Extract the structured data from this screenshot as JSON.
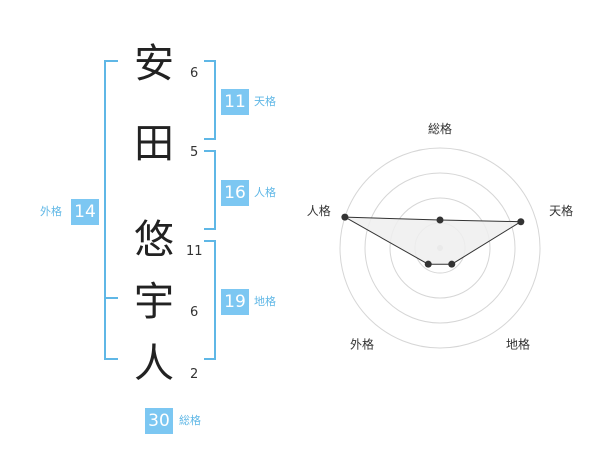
{
  "name": {
    "chars": [
      {
        "char": "安",
        "strokes": "6"
      },
      {
        "char": "田",
        "strokes": "5"
      },
      {
        "char": "悠",
        "strokes": "11"
      },
      {
        "char": "宇",
        "strokes": "6"
      },
      {
        "char": "人",
        "strokes": "2"
      }
    ]
  },
  "kakusu": {
    "tenkaku": {
      "value": "11",
      "label": "天格"
    },
    "jinkaku": {
      "value": "16",
      "label": "人格"
    },
    "chikaku": {
      "value": "19",
      "label": "地格"
    },
    "gaikaku": {
      "value": "14",
      "label": "外格"
    },
    "soukaku": {
      "value": "30",
      "label": "総格"
    }
  },
  "chart_data": {
    "type": "radar",
    "axes": [
      "総格",
      "天格",
      "地格",
      "外格",
      "人格"
    ],
    "values": [
      0.28,
      0.85,
      0.2,
      0.2,
      1.0
    ],
    "range": [
      0,
      1
    ],
    "rings": 4,
    "grid": true,
    "colors": {
      "fill": "#eeeeee",
      "stroke": "#333333",
      "point": "#333333",
      "ring": "#d6d6d6",
      "center": "#cccccc"
    }
  },
  "colors": {
    "accent": "#7cc7f2",
    "bracket": "#5fb7e6"
  }
}
